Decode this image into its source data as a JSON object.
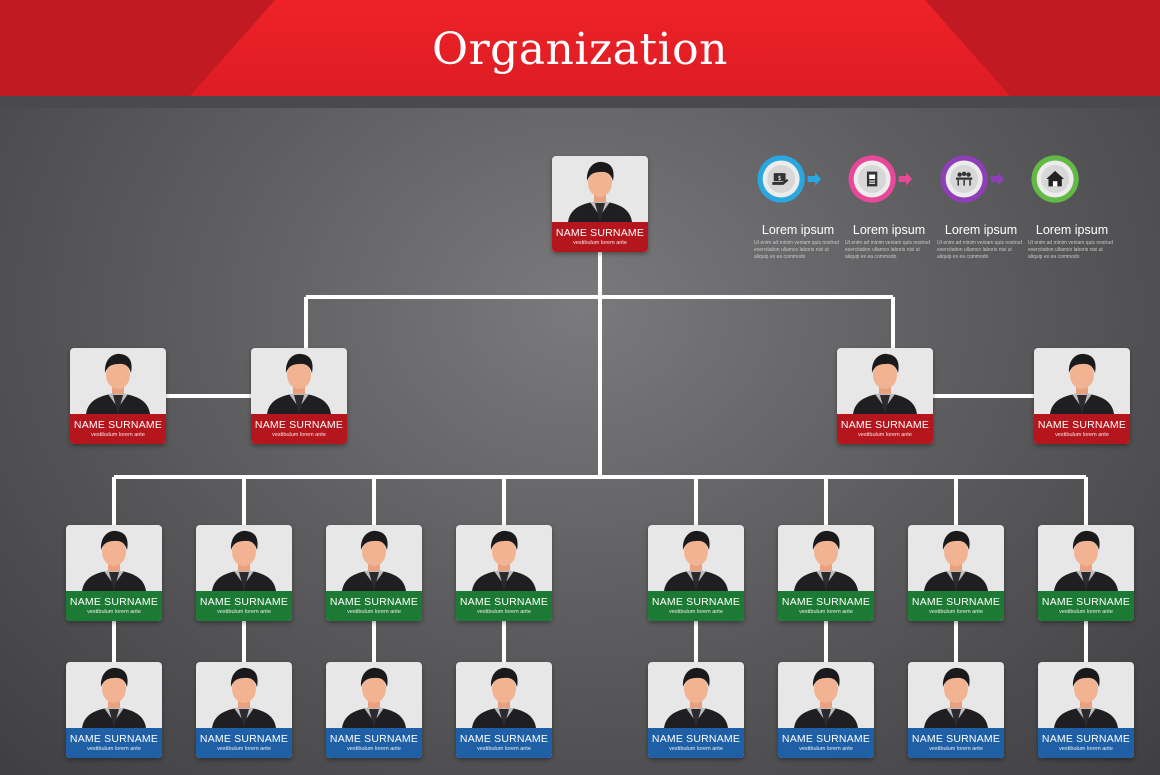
{
  "header": {
    "title": "Organization"
  },
  "colors": {
    "red": "#b5151c",
    "green": "#1d7a34",
    "blue": "#1e5fa6"
  },
  "nodes": {
    "root": {
      "name": "NAME SURNAME",
      "subtitle": "vestibulum lorem ante",
      "color": "red"
    },
    "left_outer": {
      "name": "NAME SURNAME",
      "subtitle": "vestibulum lorem ante",
      "color": "red"
    },
    "left_inner": {
      "name": "NAME SURNAME",
      "subtitle": "vestibulum lorem ante",
      "color": "red"
    },
    "right_inner": {
      "name": "NAME SURNAME",
      "subtitle": "vestibulum lorem ante",
      "color": "red"
    },
    "right_outer": {
      "name": "NAME SURNAME",
      "subtitle": "vestibulum lorem ante",
      "color": "red"
    },
    "row3": [
      {
        "name": "NAME SURNAME",
        "subtitle": "vestibulum lorem ante",
        "color": "green"
      },
      {
        "name": "NAME SURNAME",
        "subtitle": "vestibulum lorem ante",
        "color": "green"
      },
      {
        "name": "NAME SURNAME",
        "subtitle": "vestibulum lorem ante",
        "color": "green"
      },
      {
        "name": "NAME SURNAME",
        "subtitle": "vestibulum lorem ante",
        "color": "green"
      },
      {
        "name": "NAME SURNAME",
        "subtitle": "vestibulum lorem ante",
        "color": "green"
      },
      {
        "name": "NAME SURNAME",
        "subtitle": "vestibulum lorem ante",
        "color": "green"
      },
      {
        "name": "NAME SURNAME",
        "subtitle": "vestibulum lorem ante",
        "color": "green"
      },
      {
        "name": "NAME SURNAME",
        "subtitle": "vestibulum lorem ante",
        "color": "green"
      }
    ],
    "row4": [
      {
        "name": "NAME SURNAME",
        "subtitle": "vestibulum lorem ante",
        "color": "blue"
      },
      {
        "name": "NAME SURNAME",
        "subtitle": "vestibulum lorem ante",
        "color": "blue"
      },
      {
        "name": "NAME SURNAME",
        "subtitle": "vestibulum lorem ante",
        "color": "blue"
      },
      {
        "name": "NAME SURNAME",
        "subtitle": "vestibulum lorem ante",
        "color": "blue"
      },
      {
        "name": "NAME SURNAME",
        "subtitle": "vestibulum lorem ante",
        "color": "blue"
      },
      {
        "name": "NAME SURNAME",
        "subtitle": "vestibulum lorem ante",
        "color": "blue"
      },
      {
        "name": "NAME SURNAME",
        "subtitle": "vestibulum lorem ante",
        "color": "blue"
      },
      {
        "name": "NAME SURNAME",
        "subtitle": "vestibulum lorem ante",
        "color": "blue"
      }
    ]
  },
  "process_steps": [
    {
      "title": "Lorem ipsum",
      "body": "Ut enim ad minim veniam quis nostrud exercitation ullamco laboris nisi ut aliquip ex ea commodo",
      "icon": "money-hand-icon",
      "color": "#2aa7e0"
    },
    {
      "title": "Lorem ipsum",
      "body": "Ut enim ad minim veniam quis nostrud exercitation ullamco laboris nisi ut aliquip ex ea commodo",
      "icon": "document-icon",
      "color": "#e8489a"
    },
    {
      "title": "Lorem ipsum",
      "body": "Ut enim ad minim veniam quis nostrud exercitation ullamco laboris nisi ut aliquip ex ea commodo",
      "icon": "meeting-icon",
      "color": "#8e3fb8"
    },
    {
      "title": "Lorem ipsum",
      "body": "Ut enim ad minim veniam quis nostrud exercitation ullamco laboris nisi ut aliquip ex ea commodo",
      "icon": "home-icon",
      "color": "#63b946"
    }
  ]
}
